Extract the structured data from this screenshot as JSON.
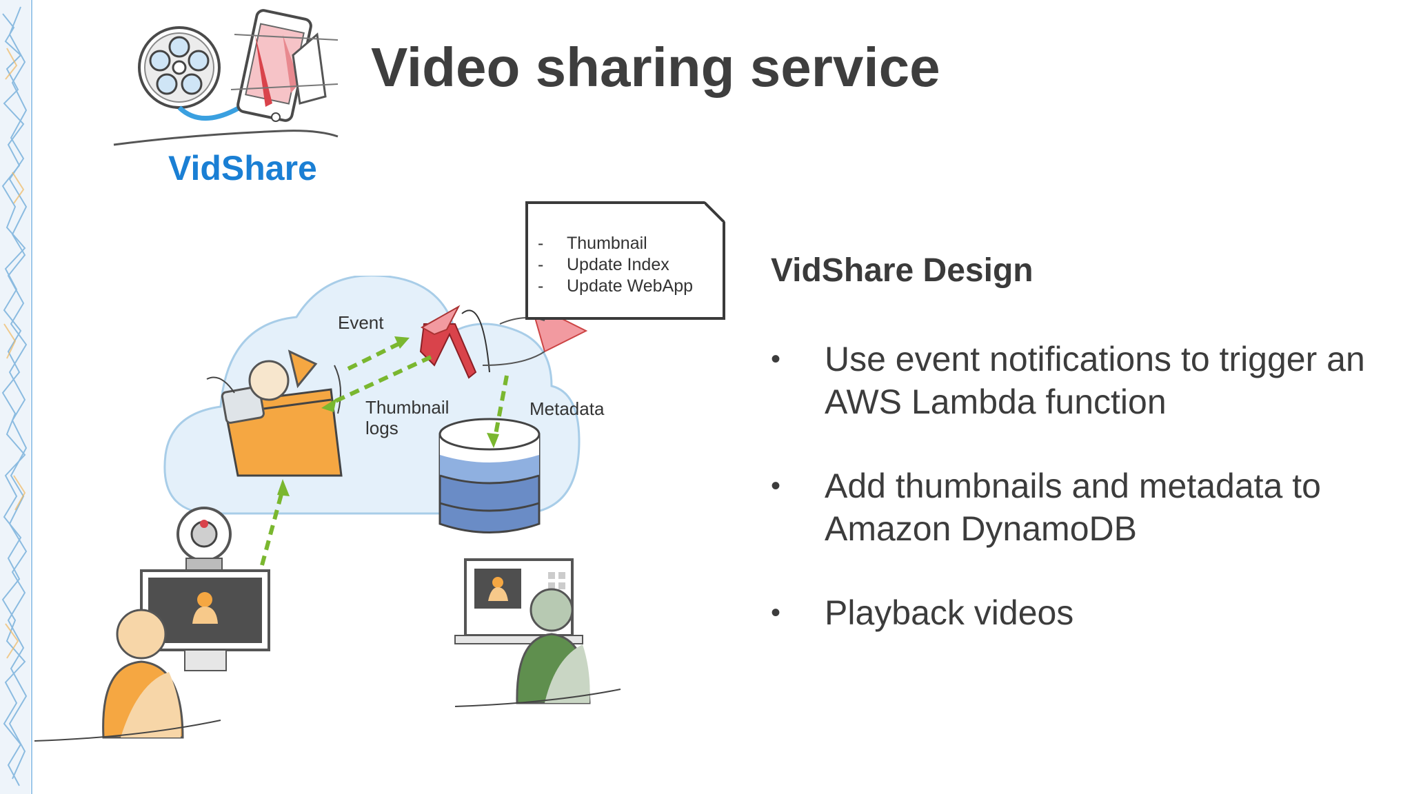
{
  "slide": {
    "title": "Video sharing service",
    "brand_name": "VidShare",
    "design_heading": "VidShare Design",
    "bullets": [
      "Use event notifications to trigger an AWS Lambda function",
      "Add thumbnails and metadata to Amazon DynamoDB",
      "Playback videos"
    ]
  },
  "diagram": {
    "lambda_tasks": [
      "Thumbnail",
      "Update Index",
      "Update WebApp"
    ],
    "labels": {
      "event": "Event",
      "thumbnail_logs": "Thumbnail\nlogs",
      "metadata": "Metadata"
    },
    "icons": [
      "film-reel-icon",
      "phone-icon",
      "lambda-icon",
      "s3-bucket-icon",
      "database-icon",
      "webcam-icon",
      "monitor-icon",
      "laptop-icon",
      "user-icon"
    ]
  },
  "colors": {
    "brand_blue": "#1a7fd4",
    "title_gray": "#3e3e3e",
    "arrow_green": "#7ab72f",
    "orange": "#f5a742",
    "db_blue": "#5b7fbf",
    "lambda_red": "#d9434b",
    "cloud_fill": "#e4f0fa"
  }
}
